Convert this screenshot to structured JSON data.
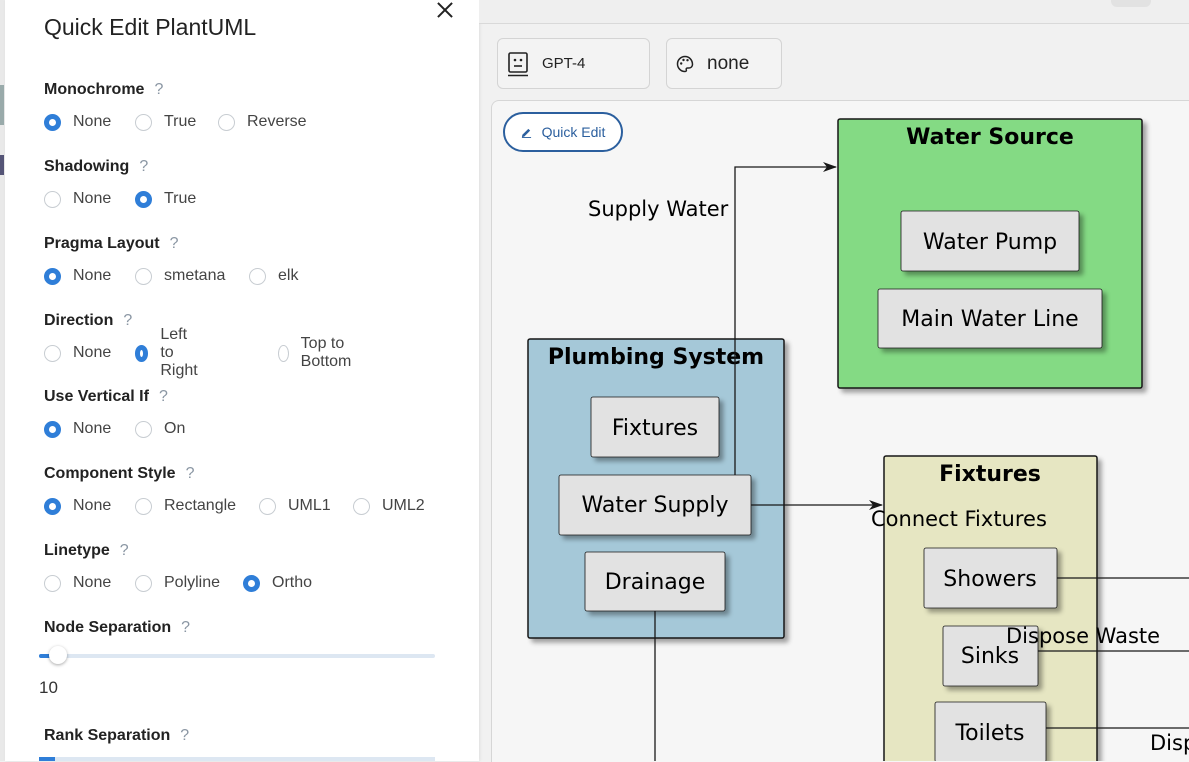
{
  "panel": {
    "title": "Quick Edit PlantUML",
    "help_mark": "?",
    "groups": [
      {
        "label": "Monochrome",
        "options": [
          "None",
          "True",
          "Reverse"
        ],
        "selected": "None"
      },
      {
        "label": "Shadowing",
        "options": [
          "None",
          "True"
        ],
        "selected": "True"
      },
      {
        "label": "Pragma Layout",
        "options": [
          "None",
          "smetana",
          "elk"
        ],
        "selected": "None"
      },
      {
        "label": "Direction",
        "options": [
          "None",
          "Left to Right",
          "Top to Bottom"
        ],
        "selected": "Left to Right"
      },
      {
        "label": "Use Vertical If",
        "options": [
          "None",
          "On"
        ],
        "selected": "None"
      },
      {
        "label": "Component Style",
        "options": [
          "None",
          "Rectangle",
          "UML1",
          "UML2"
        ],
        "selected": "None"
      },
      {
        "label": "Linetype",
        "options": [
          "None",
          "Polyline",
          "Ortho"
        ],
        "selected": "Ortho"
      }
    ],
    "node_separation": {
      "label": "Node Separation",
      "value": "10",
      "fraction": 0.03
    },
    "rank_separation": {
      "label": "Rank Separation"
    }
  },
  "toolbar": {
    "model": {
      "label": "GPT-4",
      "icon": "robot-icon"
    },
    "theme": {
      "label": "none",
      "icon": "palette-icon"
    },
    "quick_edit": {
      "label": "Quick Edit",
      "icon": "pencil-icon"
    }
  },
  "diagram": {
    "groups": {
      "water_source": {
        "title": "Water Source",
        "color": "#84da84",
        "items": [
          "Water Pump",
          "Main Water Line"
        ]
      },
      "plumbing_system": {
        "title": "Plumbing System",
        "color": "#a5c8d8",
        "items": [
          "Fixtures",
          "Water Supply",
          "Drainage"
        ]
      },
      "fixtures": {
        "title": "Fixtures",
        "color": "#e6e6c2",
        "items": [
          "Showers",
          "Sinks",
          "Toilets"
        ]
      }
    },
    "edge_labels": {
      "supply_water": "Supply Water",
      "connect_fixtures": "Connect Fixtures",
      "dispose_waste": "Dispose Waste",
      "disp": "Disp"
    }
  },
  "colors": {
    "accent": "#2f7ed8",
    "quick_edit_border": "#2b5f9e"
  }
}
